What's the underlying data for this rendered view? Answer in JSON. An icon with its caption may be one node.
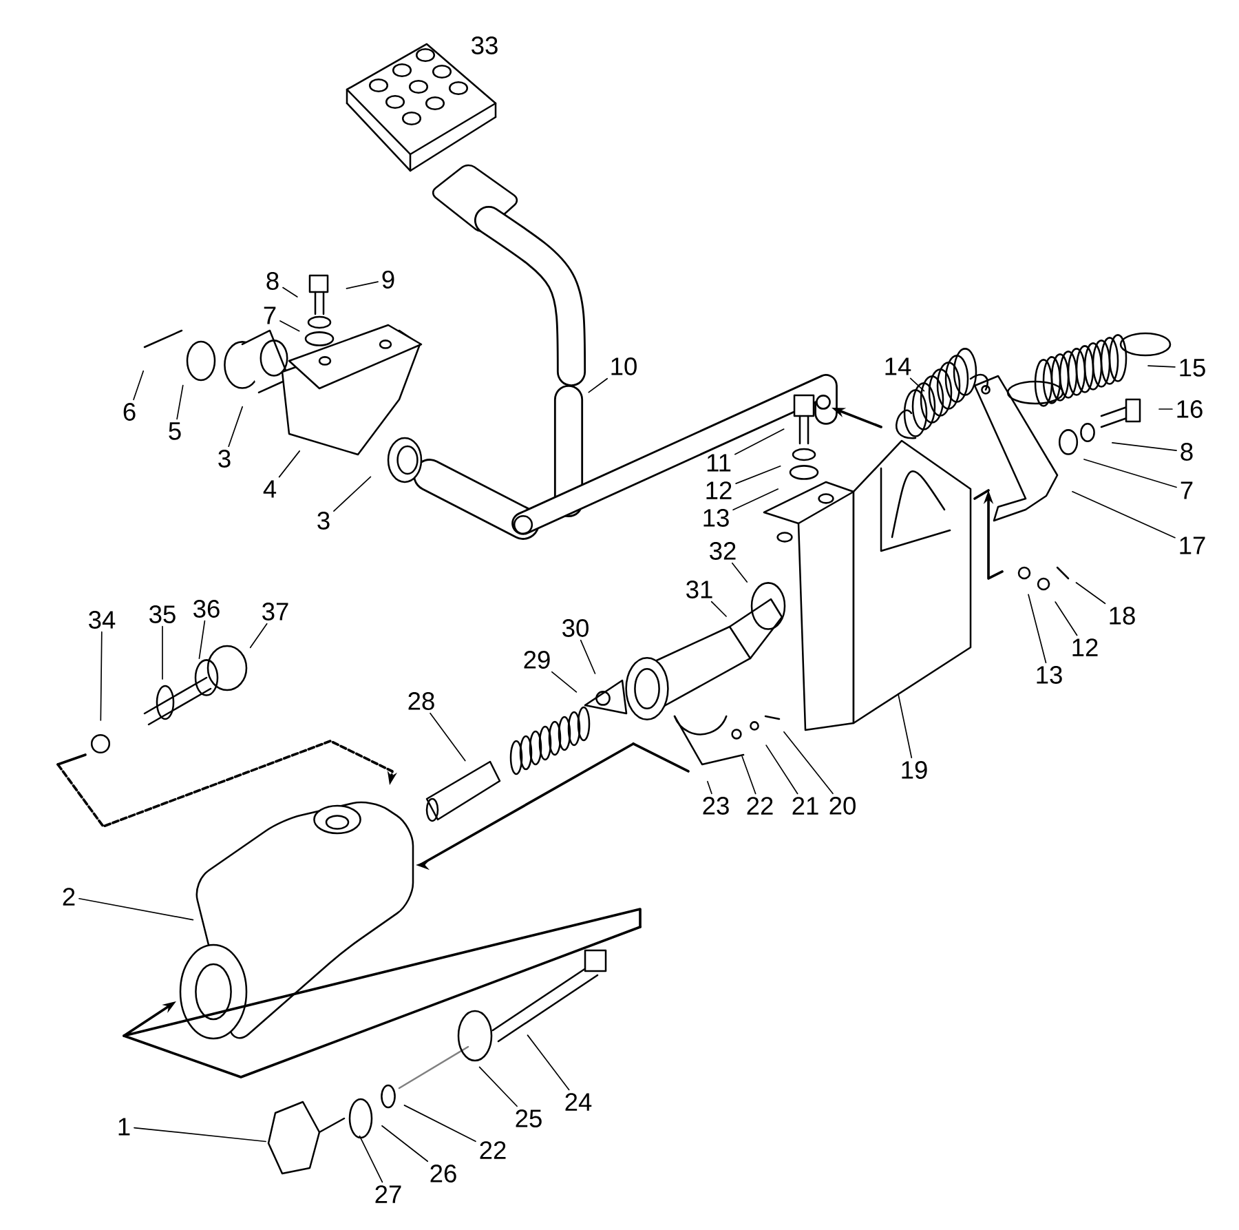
{
  "diagram": {
    "nodes": [
      {
        "text": [
          "9"
        ]
      },
      {
        "text": [
          "8"
        ]
      },
      {
        "text": [
          "7"
        ]
      },
      {
        "text": [
          "6"
        ]
      },
      {
        "text": [
          "5"
        ]
      },
      {
        "text": [
          "3"
        ]
      },
      {
        "text": [
          "4"
        ]
      },
      {
        "text": [
          "3"
        ]
      },
      {
        "text": [
          "10"
        ]
      },
      {
        "text": [
          "14"
        ]
      },
      {
        "text": [
          "15"
        ]
      },
      {
        "text": [
          "16"
        ]
      },
      {
        "text": [
          "11"
        ]
      },
      {
        "text": [
          "8"
        ]
      },
      {
        "text": [
          "12"
        ]
      },
      {
        "text": [
          "7"
        ]
      },
      {
        "text": [
          "13"
        ]
      },
      {
        "text": [
          "17"
        ]
      },
      {
        "text": [
          "32"
        ]
      },
      {
        "text": [
          "31"
        ]
      },
      {
        "text": [
          "18"
        ]
      },
      {
        "text": [
          "12"
        ]
      },
      {
        "text": [
          "13"
        ]
      },
      {
        "text": [
          "30"
        ]
      },
      {
        "text": [
          "34"
        ]
      },
      {
        "text": [
          "35"
        ]
      },
      {
        "text": [
          "36"
        ]
      },
      {
        "text": [
          "37"
        ]
      },
      {
        "text": [
          "29"
        ]
      },
      {
        "text": [
          "28"
        ]
      },
      {
        "text": [
          "19"
        ]
      },
      {
        "text": [
          "23"
        ]
      },
      {
        "text": [
          "22"
        ]
      },
      {
        "text": [
          "21"
        ]
      },
      {
        "text": [
          "20"
        ]
      },
      {
        "text": [
          "2"
        ]
      },
      {
        "text": [
          "24"
        ]
      },
      {
        "text": [
          "25"
        ]
      },
      {
        "text": [
          "22"
        ]
      },
      {
        "text": [
          "26"
        ]
      },
      {
        "text": [
          "27"
        ]
      },
      {
        "text": [
          "1"
        ]
      }
    ],
    "edges": [
      {
        "from": 0,
        "to": null,
        "arrow": "none"
      },
      {
        "from": 1,
        "to": null,
        "arrow": "none"
      },
      {
        "from": 2,
        "to": null,
        "arrow": "none"
      },
      {
        "from": 3,
        "to": null,
        "arrow": "none"
      },
      {
        "from": 4,
        "to": null,
        "arrow": "none"
      },
      {
        "from": 5,
        "to": null,
        "arrow": "none"
      },
      {
        "from": 6,
        "to": null,
        "arrow": "none"
      },
      {
        "from": 7,
        "to": null,
        "arrow": "none"
      },
      {
        "from": 8,
        "to": null,
        "arrow": "none"
      },
      {
        "from": 9,
        "to": null,
        "arrow": "none"
      },
      {
        "from": 10,
        "to": null,
        "arrow": "none"
      },
      {
        "from": 11,
        "to": null,
        "arrow": "none"
      },
      {
        "from": 12,
        "to": null,
        "arrow": "none"
      },
      {
        "from": 13,
        "to": null,
        "arrow": "none"
      },
      {
        "from": 14,
        "to": null,
        "arrow": "none"
      },
      {
        "from": 15,
        "to": null,
        "arrow": "none"
      },
      {
        "from": 16,
        "to": null,
        "arrow": "none"
      },
      {
        "from": 17,
        "to": null,
        "arrow": "none"
      },
      {
        "from": 18,
        "to": null,
        "arrow": "none"
      },
      {
        "from": 19,
        "to": null,
        "arrow": "none"
      },
      {
        "from": 20,
        "to": null,
        "arrow": "none"
      },
      {
        "from": 21,
        "to": null,
        "arrow": "none"
      },
      {
        "from": 22,
        "to": null,
        "arrow": "none"
      },
      {
        "from": 23,
        "to": null,
        "arrow": "none"
      },
      {
        "from": 24,
        "to": null,
        "arrow": "none"
      },
      {
        "from": 25,
        "to": null,
        "arrow": "none"
      },
      {
        "from": 26,
        "to": null,
        "arrow": "none"
      },
      {
        "from": 27,
        "to": null,
        "arrow": "none"
      },
      {
        "from": 28,
        "to": null,
        "arrow": "none"
      },
      {
        "from": 29,
        "to": null,
        "arrow": "none"
      },
      {
        "from": 30,
        "to": null,
        "arrow": "none"
      },
      {
        "from": 31,
        "to": null,
        "arrow": "none"
      },
      {
        "from": 32,
        "to": null,
        "arrow": "none"
      },
      {
        "from": 33,
        "to": null,
        "arrow": "none"
      },
      {
        "from": 34,
        "to": null,
        "arrow": "none"
      },
      {
        "from": 35,
        "to": null,
        "arrow": "none"
      },
      {
        "from": 36,
        "to": null,
        "arrow": "none"
      },
      {
        "from": 37,
        "to": null,
        "arrow": "none"
      },
      {
        "from": 38,
        "to": null,
        "arrow": "none"
      },
      {
        "from": 39,
        "to": null,
        "arrow": "none"
      },
      {
        "from": 40,
        "to": null,
        "arrow": "none"
      },
      {
        "from": 41,
        "to": null,
        "arrow": "none"
      }
    ],
    "labels": [
      "33"
    ]
  }
}
